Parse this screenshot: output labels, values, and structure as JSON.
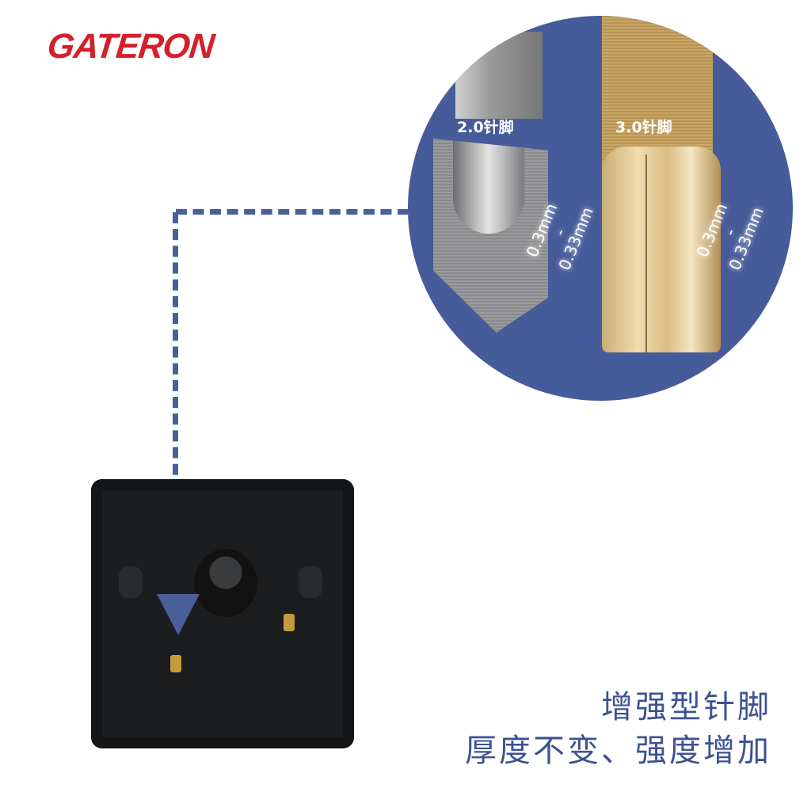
{
  "brand": {
    "logo_text": "GATERON",
    "color": "#d61f2b"
  },
  "detail": {
    "left_label": "2.0针脚",
    "right_label": "3.0针脚",
    "left_dimension": [
      "0.3mm",
      "-",
      "0.33mm"
    ],
    "right_dimension": [
      "0.3mm",
      "-",
      "0.33mm"
    ],
    "circle_color": "#465c9a"
  },
  "tagline": {
    "line1": "增强型针脚",
    "line2": "厚度不变、强度增加",
    "color": "#3e5193"
  }
}
